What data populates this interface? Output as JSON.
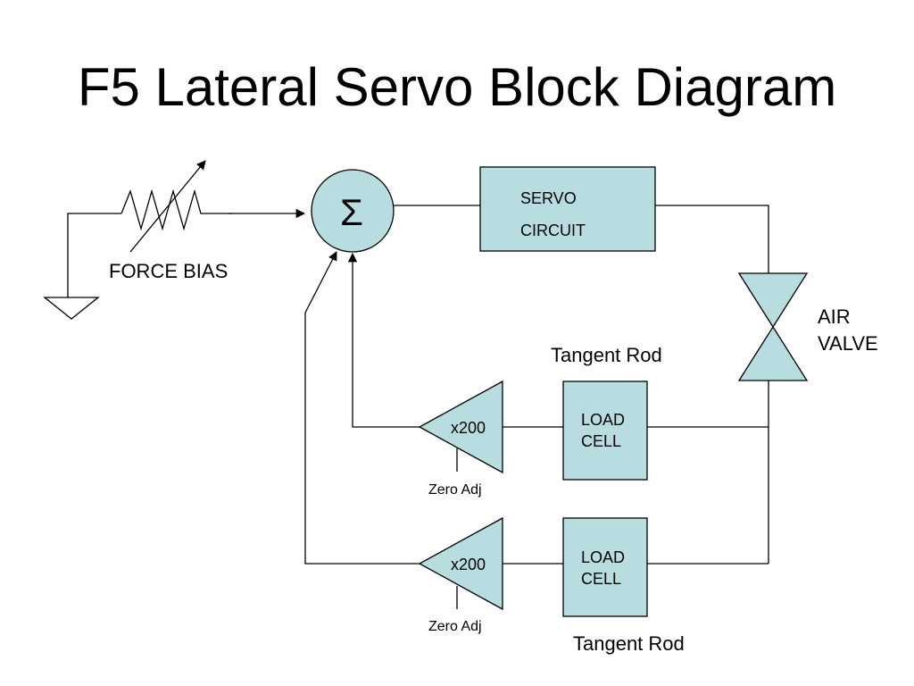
{
  "title": "F5 Lateral Servo Block Diagram",
  "labels": {
    "sum_symbol": "Σ",
    "servo_line1": "SERVO",
    "servo_line2": "CIRCUIT",
    "force_bias": "FORCE BIAS",
    "air_line1": "AIR",
    "air_line2": "VALVE",
    "tangent_rod_top": "Tangent Rod",
    "tangent_rod_bottom": "Tangent Rod",
    "amp_top_gain": "x200",
    "amp_bottom_gain": "x200",
    "zero_adj_top": "Zero Adj",
    "zero_adj_bottom": "Zero Adj",
    "load_cell_top_line1": "LOAD",
    "load_cell_top_line2": "CELL",
    "load_cell_bottom_line1": "LOAD",
    "load_cell_bottom_line2": "CELL"
  },
  "colors": {
    "block_fill": "#b7dde0",
    "stroke": "#000000"
  }
}
